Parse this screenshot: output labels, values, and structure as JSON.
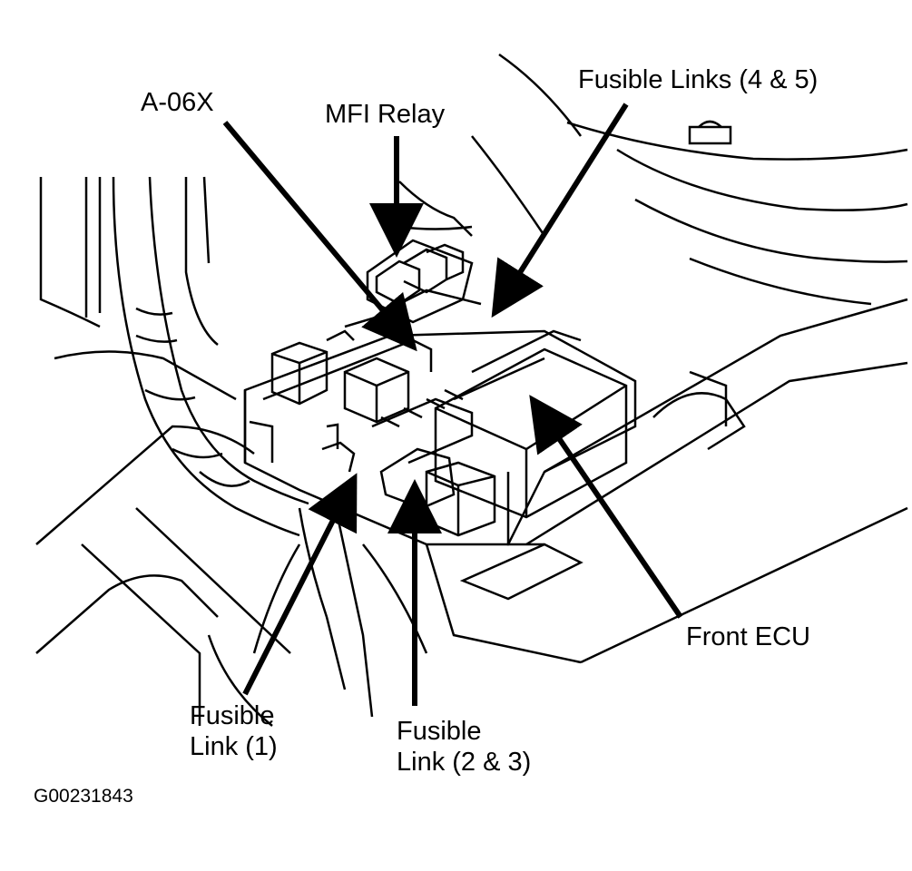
{
  "labels": {
    "a06x": "A-06X",
    "mfi_relay": "MFI Relay",
    "fusible_links_4_5": "Fusible Links (4 & 5)",
    "front_ecu": "Front ECU",
    "fusible_link_1_line1": "Fusible",
    "fusible_link_1_line2": "Link (1)",
    "fusible_link_2_3_line1": "Fusible",
    "fusible_link_2_3_line2": "Link (2 & 3)"
  },
  "figure_code": "G00231843",
  "colors": {
    "ink": "#000000",
    "paper": "#ffffff"
  }
}
